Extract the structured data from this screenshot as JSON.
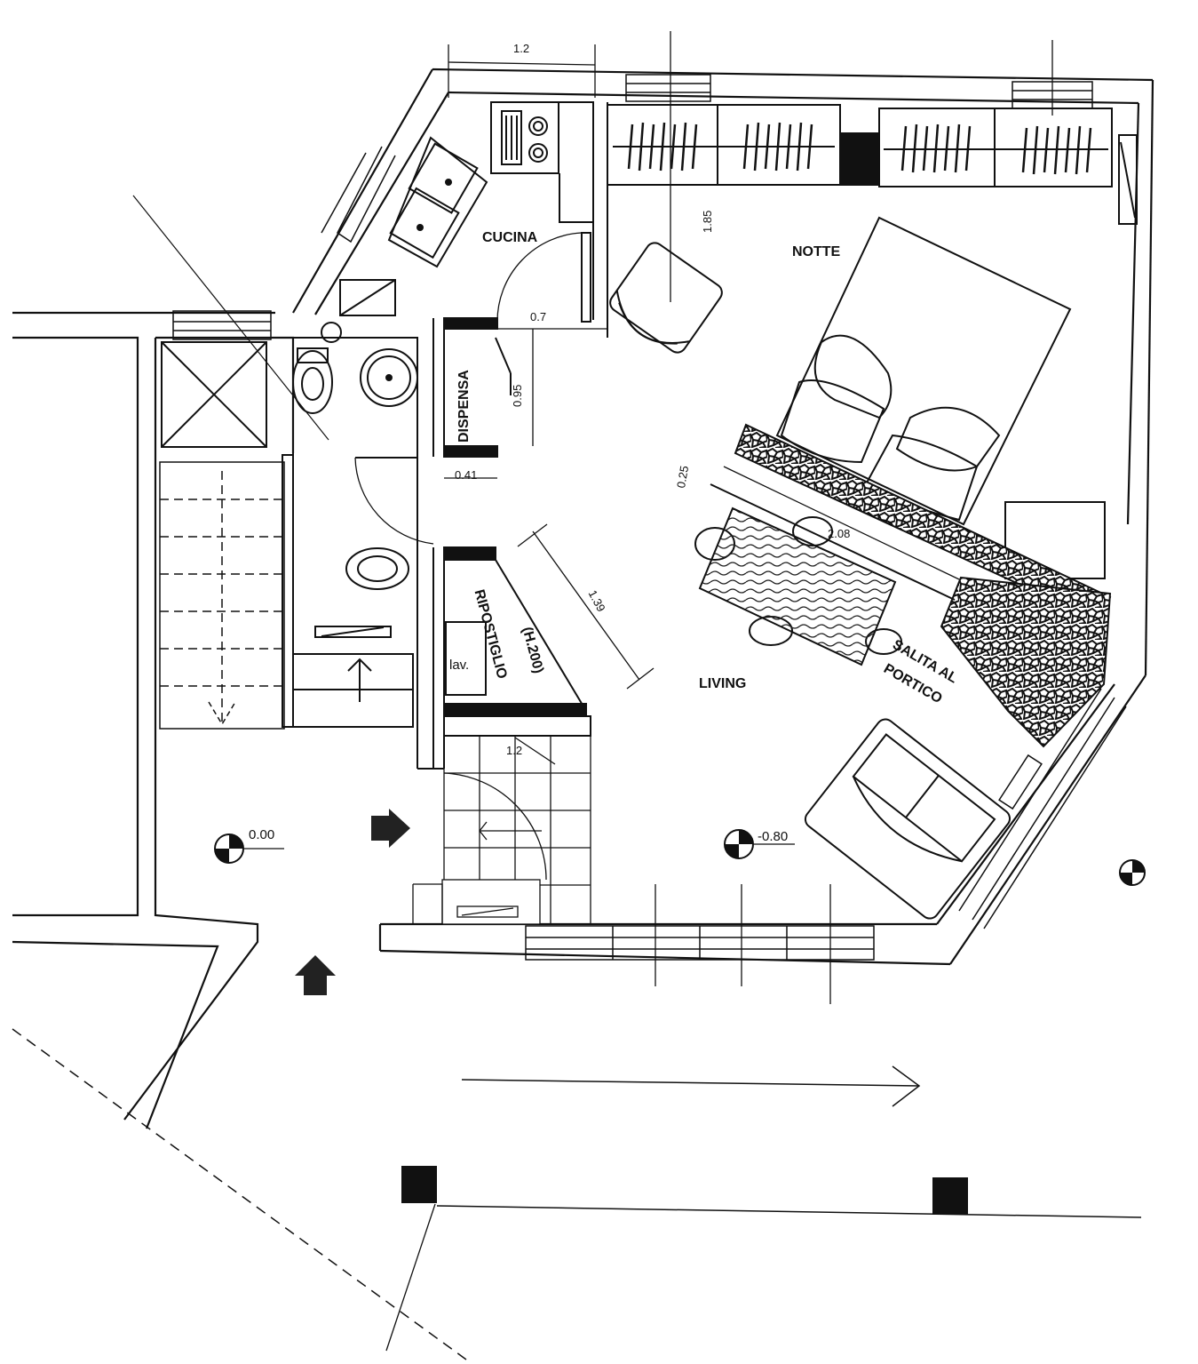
{
  "rooms": {
    "cucina": "CUCINA",
    "notte": "NOTTE",
    "dispensa": "DISPENSA",
    "living": "LIVING",
    "ripostiglio": "RIPOSTIGLIO",
    "ripostiglio_height": "(H.200)",
    "salita_line1": "SALITA AL",
    "salita_line2": "PORTICO",
    "lav": "lav."
  },
  "dimensions": {
    "kitchen_width": "1.2",
    "wardrobe_depth": "1.85",
    "door_width": "0.7",
    "dispensa_depth": "0.95",
    "dispensa_width": "0.41",
    "partition_thickness": "0.25",
    "platform_length": "2.08",
    "ripostiglio_length": "1.39",
    "entry_width": "1.2"
  },
  "levels": {
    "entry": "0.00",
    "living": "-0.80"
  },
  "colors": {
    "ink": "#111111",
    "paper": "#ffffff"
  }
}
